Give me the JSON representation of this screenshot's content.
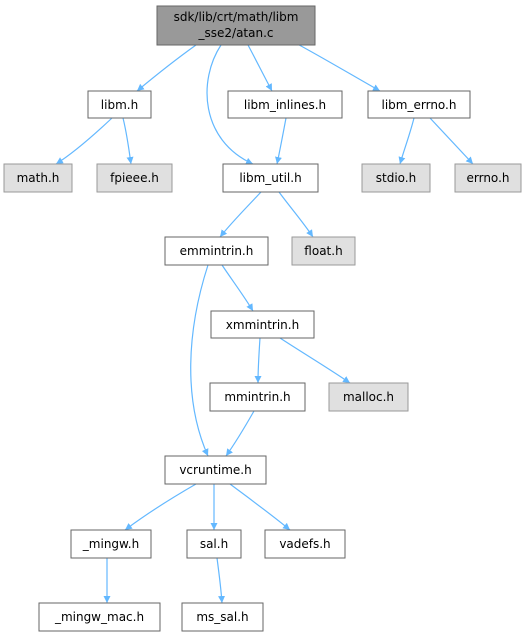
{
  "graph_title": "sdk/lib/crt/math/libm_sse2/atan.c",
  "colors": {
    "root_fill": "#999999",
    "node_fill": "#ffffff",
    "external_fill": "#e0e0e0",
    "edge": "#63b8ff",
    "border": "#666666"
  },
  "nodes": {
    "atan_c": {
      "line1": "sdk/lib/crt/math/libm",
      "line2": "_sse2/atan.c"
    },
    "libm_h": {
      "label": "libm.h"
    },
    "libm_inlines_h": {
      "label": "libm_inlines.h"
    },
    "libm_errno_h": {
      "label": "libm_errno.h"
    },
    "math_h": {
      "label": "math.h"
    },
    "fpieee_h": {
      "label": "fpieee.h"
    },
    "libm_util_h": {
      "label": "libm_util.h"
    },
    "stdio_h": {
      "label": "stdio.h"
    },
    "errno_h": {
      "label": "errno.h"
    },
    "emmintrin_h": {
      "label": "emmintrin.h"
    },
    "float_h": {
      "label": "float.h"
    },
    "xmmintrin_h": {
      "label": "xmmintrin.h"
    },
    "mmintrin_h": {
      "label": "mmintrin.h"
    },
    "malloc_h": {
      "label": "malloc.h"
    },
    "vcruntime_h": {
      "label": "vcruntime.h"
    },
    "mingw_h": {
      "label": "_mingw.h"
    },
    "sal_h": {
      "label": "sal.h"
    },
    "vadefs_h": {
      "label": "vadefs.h"
    },
    "mingw_mac_h": {
      "label": "_mingw_mac.h"
    },
    "ms_sal_h": {
      "label": "ms_sal.h"
    }
  },
  "edges": [
    [
      "atan_c",
      "libm_h"
    ],
    [
      "atan_c",
      "libm_util_h"
    ],
    [
      "atan_c",
      "libm_inlines_h"
    ],
    [
      "atan_c",
      "libm_errno_h"
    ],
    [
      "libm_h",
      "math_h"
    ],
    [
      "libm_h",
      "fpieee_h"
    ],
    [
      "libm_inlines_h",
      "libm_util_h"
    ],
    [
      "libm_errno_h",
      "stdio_h"
    ],
    [
      "libm_errno_h",
      "errno_h"
    ],
    [
      "libm_util_h",
      "emmintrin_h"
    ],
    [
      "libm_util_h",
      "float_h"
    ],
    [
      "emmintrin_h",
      "xmmintrin_h"
    ],
    [
      "emmintrin_h",
      "vcruntime_h"
    ],
    [
      "xmmintrin_h",
      "mmintrin_h"
    ],
    [
      "xmmintrin_h",
      "malloc_h"
    ],
    [
      "mmintrin_h",
      "vcruntime_h"
    ],
    [
      "vcruntime_h",
      "mingw_h"
    ],
    [
      "vcruntime_h",
      "sal_h"
    ],
    [
      "vcruntime_h",
      "vadefs_h"
    ],
    [
      "mingw_h",
      "mingw_mac_h"
    ],
    [
      "sal_h",
      "ms_sal_h"
    ]
  ]
}
